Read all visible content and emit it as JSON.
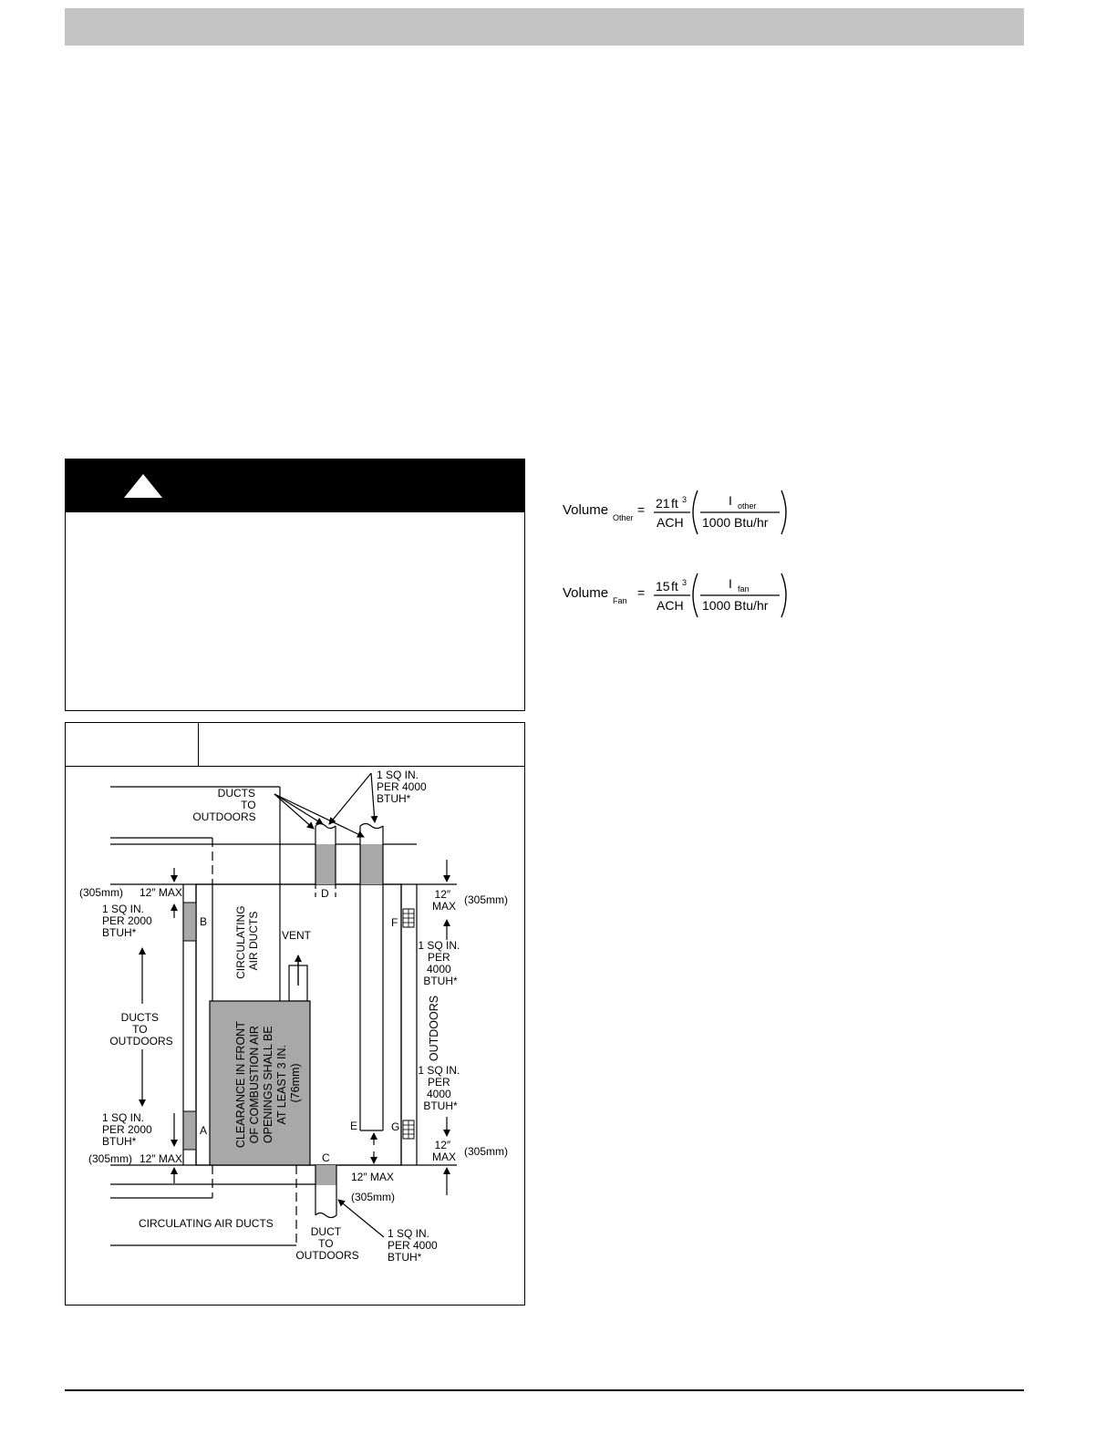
{
  "formulas": {
    "other": {
      "lhs": "Volume",
      "lhs_sub": "Other",
      "eq": "=",
      "num_coef": "21",
      "num_unit": "ft",
      "num_exp": "3",
      "den": "ACH",
      "paren_num": "I",
      "paren_num_sub": "other",
      "paren_den": "1000 Btu/hr"
    },
    "fan": {
      "lhs": "Volume",
      "lhs_sub": "Fan",
      "eq": "=",
      "num_coef": "15",
      "num_unit": "ft",
      "num_exp": "3",
      "den": "ACH",
      "paren_num": "I",
      "paren_num_sub": "fan",
      "paren_den": "1000 Btu/hr"
    }
  },
  "diagram": {
    "ducts_to_outdoors_top": [
      "DUCTS",
      "TO",
      "OUTDOORS"
    ],
    "sq_in_top_right": [
      "1 SQ IN.",
      "PER 4000",
      "BTUH*"
    ],
    "label_d": "D",
    "label_b": "B",
    "label_a": "A",
    "label_c": "C",
    "label_e": "E",
    "label_f": "F",
    "label_g": "G",
    "max_12_top_left": "12″ MAX",
    "mm_305_top_left": "(305mm)",
    "sq_in_b": [
      "1 SQ IN.",
      "PER 2000",
      "BTUH*"
    ],
    "ducts_to_outdoors_left": [
      "DUCTS",
      "TO",
      "OUTDOORS"
    ],
    "sq_in_a": [
      "1 SQ IN.",
      "PER 2000",
      "BTUH*"
    ],
    "max_12_bottom_left": "12″ MAX",
    "mm_305_bottom_left": "(305mm)",
    "circulating_air_ducts_vertical": [
      "CIRCULATING",
      "AIR DUCTS"
    ],
    "vent": "VENT",
    "clearance": [
      "CLEARANCE IN FRONT",
      "OF COMBUSTION AIR",
      "OPENINGS SHALL BE",
      "AT LEAST 3 IN.",
      "(76mm)"
    ],
    "max_12_top_right": [
      "12″",
      "MAX"
    ],
    "mm_305_top_right": "(305mm)",
    "sq_in_f": [
      "1 SQ IN.",
      "PER",
      "4000",
      "BTUH*"
    ],
    "outdoors_vertical": "OUTDOORS",
    "sq_in_g": [
      "1 SQ IN.",
      "PER",
      "4000",
      "BTUH*"
    ],
    "max_12_bottom_right": [
      "12″",
      "MAX"
    ],
    "mm_305_bottom_right": "(305mm)",
    "max_12_bottom_center": "12″ MAX",
    "mm_305_bottom_center": "(305mm)",
    "circulating_air_ducts_bottom": "CIRCULATING AIR DUCTS",
    "duct_to_outdoors_bottom": [
      "DUCT",
      "TO",
      "OUTDOORS"
    ],
    "sq_in_bottom": [
      "1 SQ IN.",
      "PER 4000",
      "BTUH*"
    ]
  }
}
